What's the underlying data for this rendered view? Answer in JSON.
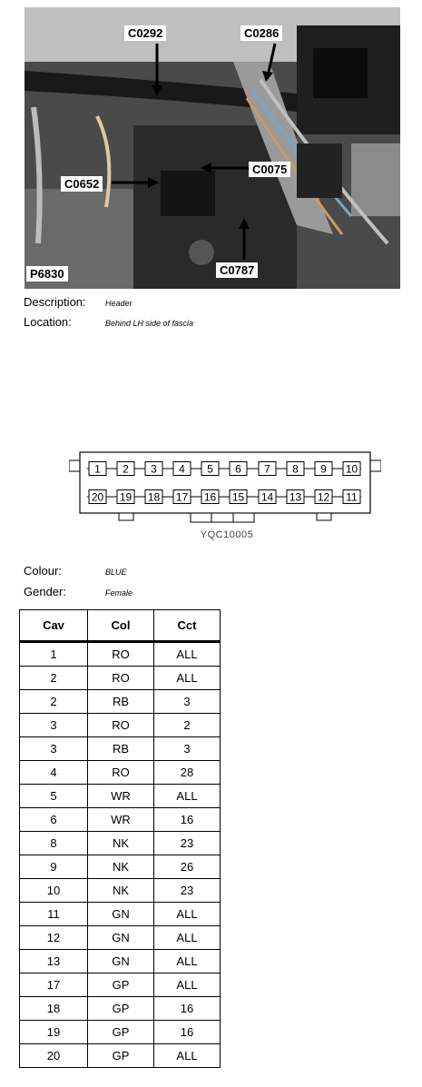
{
  "photo": {
    "reference": "P6830",
    "callouts": [
      "C0292",
      "C0286",
      "C0652",
      "C0075",
      "C0787"
    ]
  },
  "description": {
    "label": "Description:",
    "value": "Header"
  },
  "location": {
    "label": "Location:",
    "value": "Behind LH side of fascia"
  },
  "connector": {
    "top_pins": [
      "1",
      "2",
      "3",
      "4",
      "5",
      "6",
      "7",
      "8",
      "9",
      "10"
    ],
    "bottom_pins": [
      "20",
      "19",
      "18",
      "17",
      "16",
      "15",
      "14",
      "13",
      "12",
      "11"
    ],
    "code": "YQC10005"
  },
  "colour": {
    "label": "Colour:",
    "value": "BLUE"
  },
  "gender": {
    "label": "Gender:",
    "value": "Female"
  },
  "table": {
    "headers": [
      "Cav",
      "Col",
      "Cct"
    ],
    "rows": [
      [
        "1",
        "RO",
        "ALL"
      ],
      [
        "2",
        "RO",
        "ALL"
      ],
      [
        "2",
        "RB",
        "3"
      ],
      [
        "3",
        "RO",
        "2"
      ],
      [
        "3",
        "RB",
        "3"
      ],
      [
        "4",
        "RO",
        "28"
      ],
      [
        "5",
        "WR",
        "ALL"
      ],
      [
        "6",
        "WR",
        "16"
      ],
      [
        "8",
        "NK",
        "23"
      ],
      [
        "9",
        "NK",
        "26"
      ],
      [
        "10",
        "NK",
        "23"
      ],
      [
        "11",
        "GN",
        "ALL"
      ],
      [
        "12",
        "GN",
        "ALL"
      ],
      [
        "13",
        "GN",
        "ALL"
      ],
      [
        "17",
        "GP",
        "ALL"
      ],
      [
        "18",
        "GP",
        "16"
      ],
      [
        "19",
        "GP",
        "16"
      ],
      [
        "20",
        "GP",
        "ALL"
      ]
    ]
  }
}
